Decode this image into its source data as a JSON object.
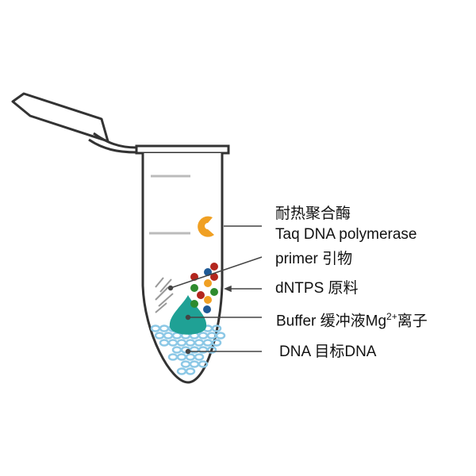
{
  "labels": {
    "enzyme_cn": "耐热聚合酶",
    "enzyme_en": "Taq DNA polymerase",
    "primer": "primer 引物",
    "dntps": "dNTPS 原料",
    "buffer_prefix": "Buffer 缓冲液Mg",
    "buffer_sup": "2+",
    "buffer_suffix": "离子",
    "dna": "DNA  目标DNA"
  },
  "colors": {
    "enzyme": "#f0a023",
    "buffer": "#1fa195",
    "dna": "#8cc8e6",
    "dot_red": "#b3261e",
    "dot_blue": "#1f5a96",
    "dot_green": "#2e8b2e",
    "dot_orange": "#f0a023"
  }
}
